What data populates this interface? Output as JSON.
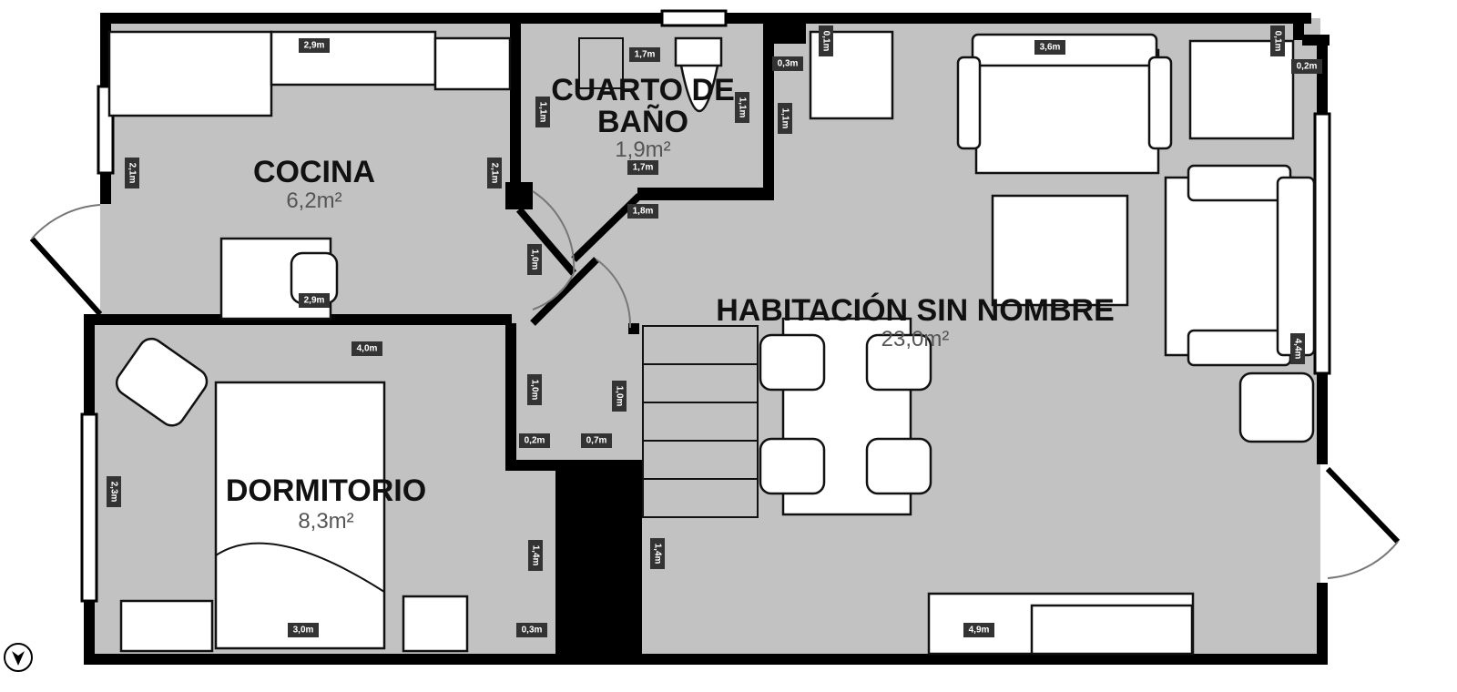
{
  "plan": {
    "rooms": [
      {
        "name": "COCINA",
        "area": "6,2m²"
      },
      {
        "name_line1": "CUARTO DE",
        "name_line2": "BAÑO",
        "area": "1,9m²"
      },
      {
        "name": "DORMITORIO",
        "area": "8,3m²"
      },
      {
        "name": "HABITACIÓN SIN NOMBRE",
        "area": "23,0m²"
      }
    ],
    "dimensions": [
      "2,9m",
      "1,7m",
      "0,1m",
      "0,3m",
      "3,6m",
      "0,1m",
      "0,2m",
      "1,1m",
      "1,1m",
      "1,1m",
      "2,1m",
      "2,1m",
      "1,7m",
      "1,8m",
      "1,0m",
      "2,9m",
      "4,0m",
      "4,4m",
      "1,0m",
      "1,0m",
      "0,2m",
      "0,7m",
      "2,3m",
      "1,4m",
      "1,4m",
      "3,0m",
      "0,3m",
      "4,9m"
    ],
    "colors": {
      "floor": "#c2c2c2",
      "wall": "#000000",
      "furniture": "#ffffff",
      "dimension_label": "#333333"
    },
    "north_icon": "north-arrow-icon"
  }
}
